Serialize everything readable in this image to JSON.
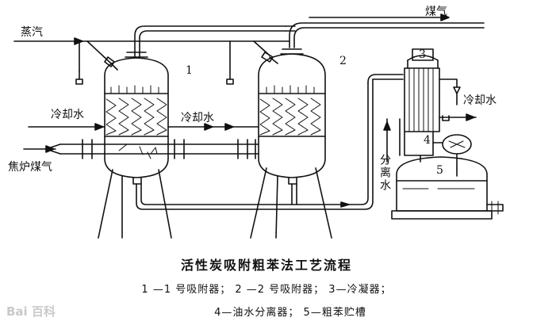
{
  "labels": {
    "gas_out": "煤气",
    "steam": "蒸汽",
    "cooling_water_1": "冷却水",
    "cooling_water_2": "冷却水",
    "cooling_water_3": "冷却水",
    "coke_oven_gas": "焦炉煤气",
    "separated_water": "分离水"
  },
  "numbers": {
    "n1": "1",
    "n2": "2",
    "n3": "3",
    "n4": "4",
    "n5": "5"
  },
  "caption": {
    "title": "活性炭吸附粗苯法工艺流程",
    "line1": "1 —1 号吸附器； 2 —2 号吸附器； 3—冷凝器；",
    "line2": "4—油水分离器； 5—粗苯贮槽"
  },
  "watermark": "Bai 百科"
}
